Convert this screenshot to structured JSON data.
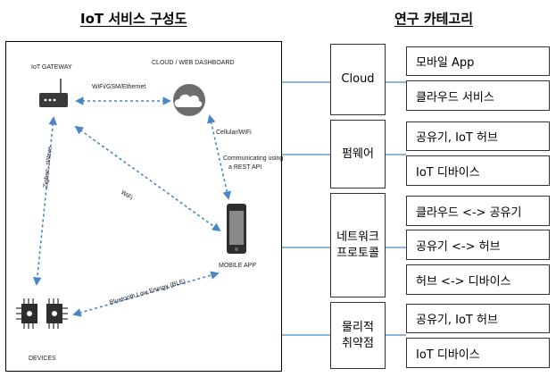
{
  "left_title": "IoT 서비스 구성도",
  "right_title": "연구 카테고리",
  "diagram": {
    "gateway_label": "IoT GATEWAY",
    "cloud_label": "CLOUD / WEB DASHBOARD",
    "mobile_label": "MOBILE APP",
    "devices_label": "DEVICES",
    "link_wifi_gsm": "WiFi/GSM/Ethernet",
    "link_cellular": "Cellular/WiFi",
    "link_rest_1": "Communicating using",
    "link_rest_2": "a REST API",
    "link_zigbee": "Zigbee, zWave",
    "link_wifi": "WiFi",
    "link_ble": "Bluetooth Low Energy (BLE)"
  },
  "categories": [
    {
      "label": "Cloud",
      "items": [
        "모바일 App",
        "클라우드 서비스"
      ]
    },
    {
      "label": "펌웨어",
      "items": [
        "공유기, IoT 허브",
        "IoT 디바이스"
      ]
    },
    {
      "label_line1": "네트워크",
      "label_line2": "프로토콜",
      "items": [
        "클라우드 <-> 공유기",
        "공유기 <-> 허브",
        "허브 <-> 디바이스"
      ]
    },
    {
      "label_line1": "물리적",
      "label_line2": "취약점",
      "items": [
        "공유기, IoT 허브",
        "IoT 디바이스"
      ]
    }
  ],
  "colors": {
    "arrow": "#4a86c5",
    "connector": "#4a86c5",
    "border": "#333333"
  }
}
